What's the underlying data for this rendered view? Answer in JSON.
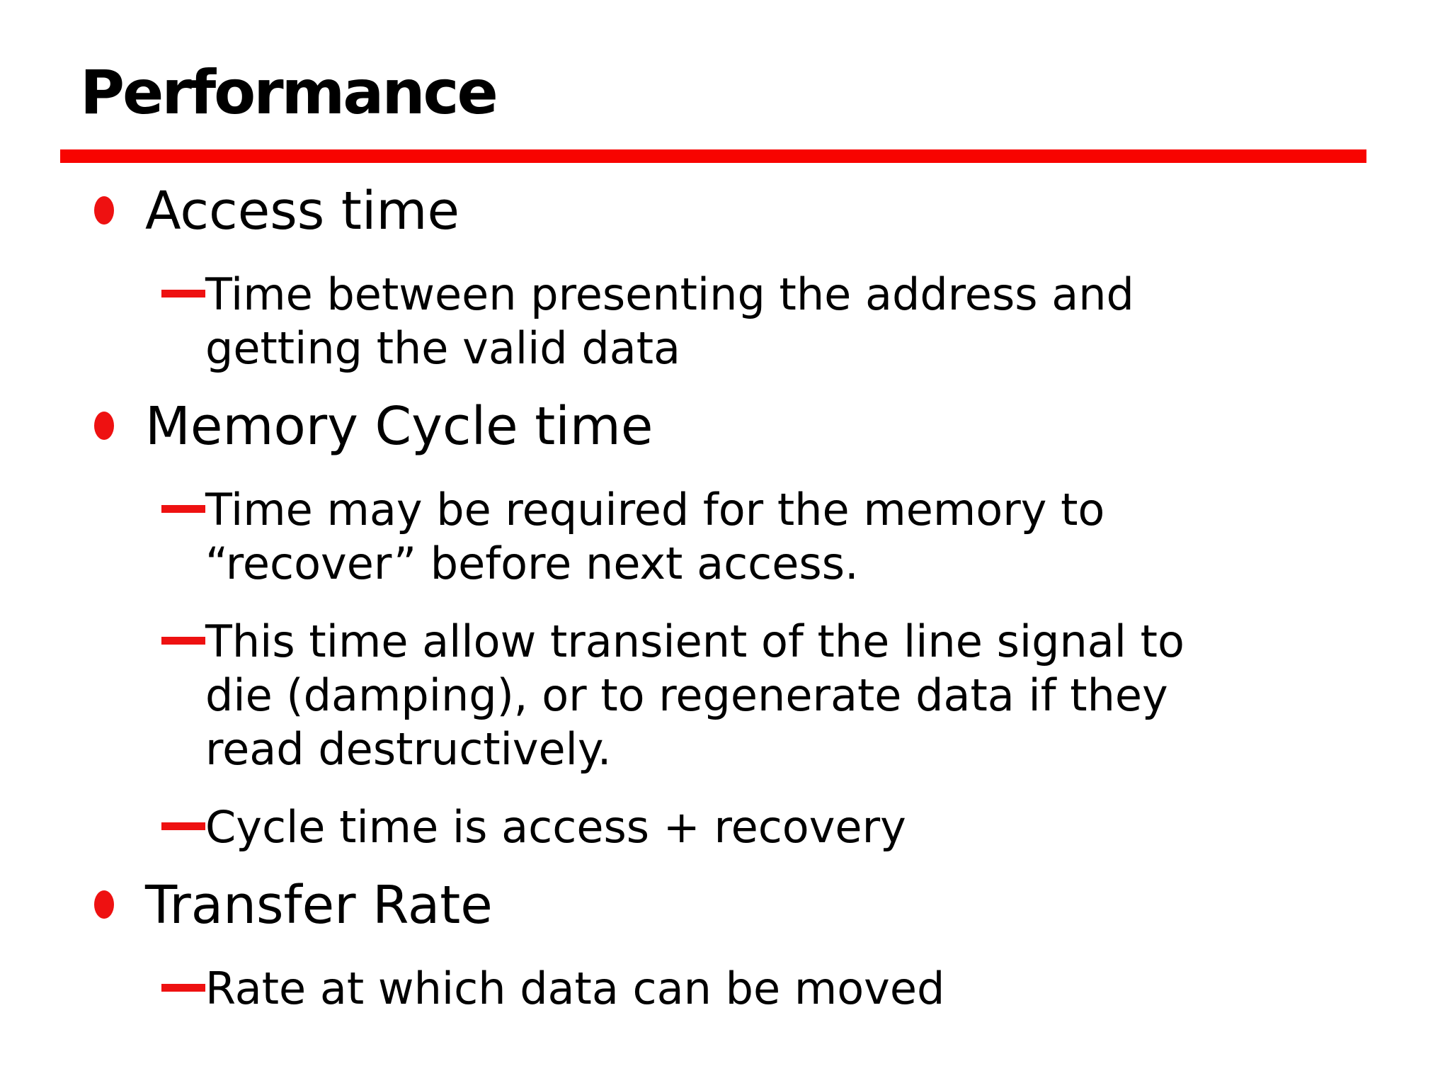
{
  "slide": {
    "title": "Performance",
    "colors": {
      "accent_red": "#f80400",
      "bullet_red": "#ee1111",
      "text": "#000000",
      "background": "#ffffff"
    },
    "icons": {
      "level1_bullet": "red-ellipse-bullet",
      "level2_bullet": "red-em-dash"
    },
    "bullets": [
      {
        "label": "Access time",
        "subs": [
          "Time between presenting the address and\ngetting the valid data"
        ]
      },
      {
        "label": "Memory Cycle time",
        "subs": [
          "Time may be required for the memory to\n“recover” before next access.",
          "This time allow transient of the line signal to\ndie (damping), or to regenerate data if they\nread destructively.",
          "Cycle time is access + recovery"
        ]
      },
      {
        "label": "Transfer Rate",
        "subs": [
          "Rate at which data can be moved"
        ]
      }
    ]
  }
}
